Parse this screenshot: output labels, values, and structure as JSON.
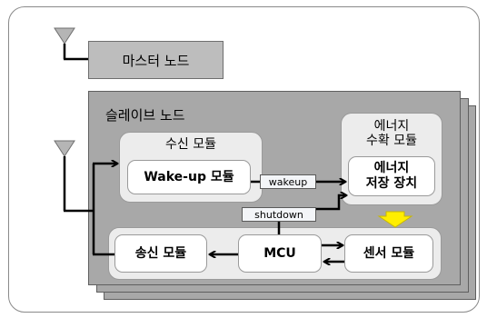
{
  "master_node": {
    "label": "마스터 노드"
  },
  "slave_node": {
    "label": "슬레이브 노드",
    "receiver": {
      "title": "수신 모듈",
      "wakeup_module": "Wake-up 모듈"
    },
    "harvest": {
      "title_line1": "에너지",
      "title_line2": "수확 모듈",
      "storage_line1": "에너지",
      "storage_line2": "저장 장치"
    },
    "bottom": {
      "transmit": "송신 모듈",
      "mcu": "MCU",
      "sensor": "센서 모듈"
    },
    "signals": {
      "wakeup": "wakeup",
      "shutdown": "shutdown"
    }
  },
  "colors": {
    "frame": "#8a8a8a",
    "master_fill": "#bdbdbd",
    "slave_fill": "#a8a8a8",
    "module_fill": "#ececec",
    "power_arrow": "#ffee00"
  },
  "icons": {
    "antenna": "antenna-icon",
    "power_arrow": "down-arrow-icon"
  }
}
